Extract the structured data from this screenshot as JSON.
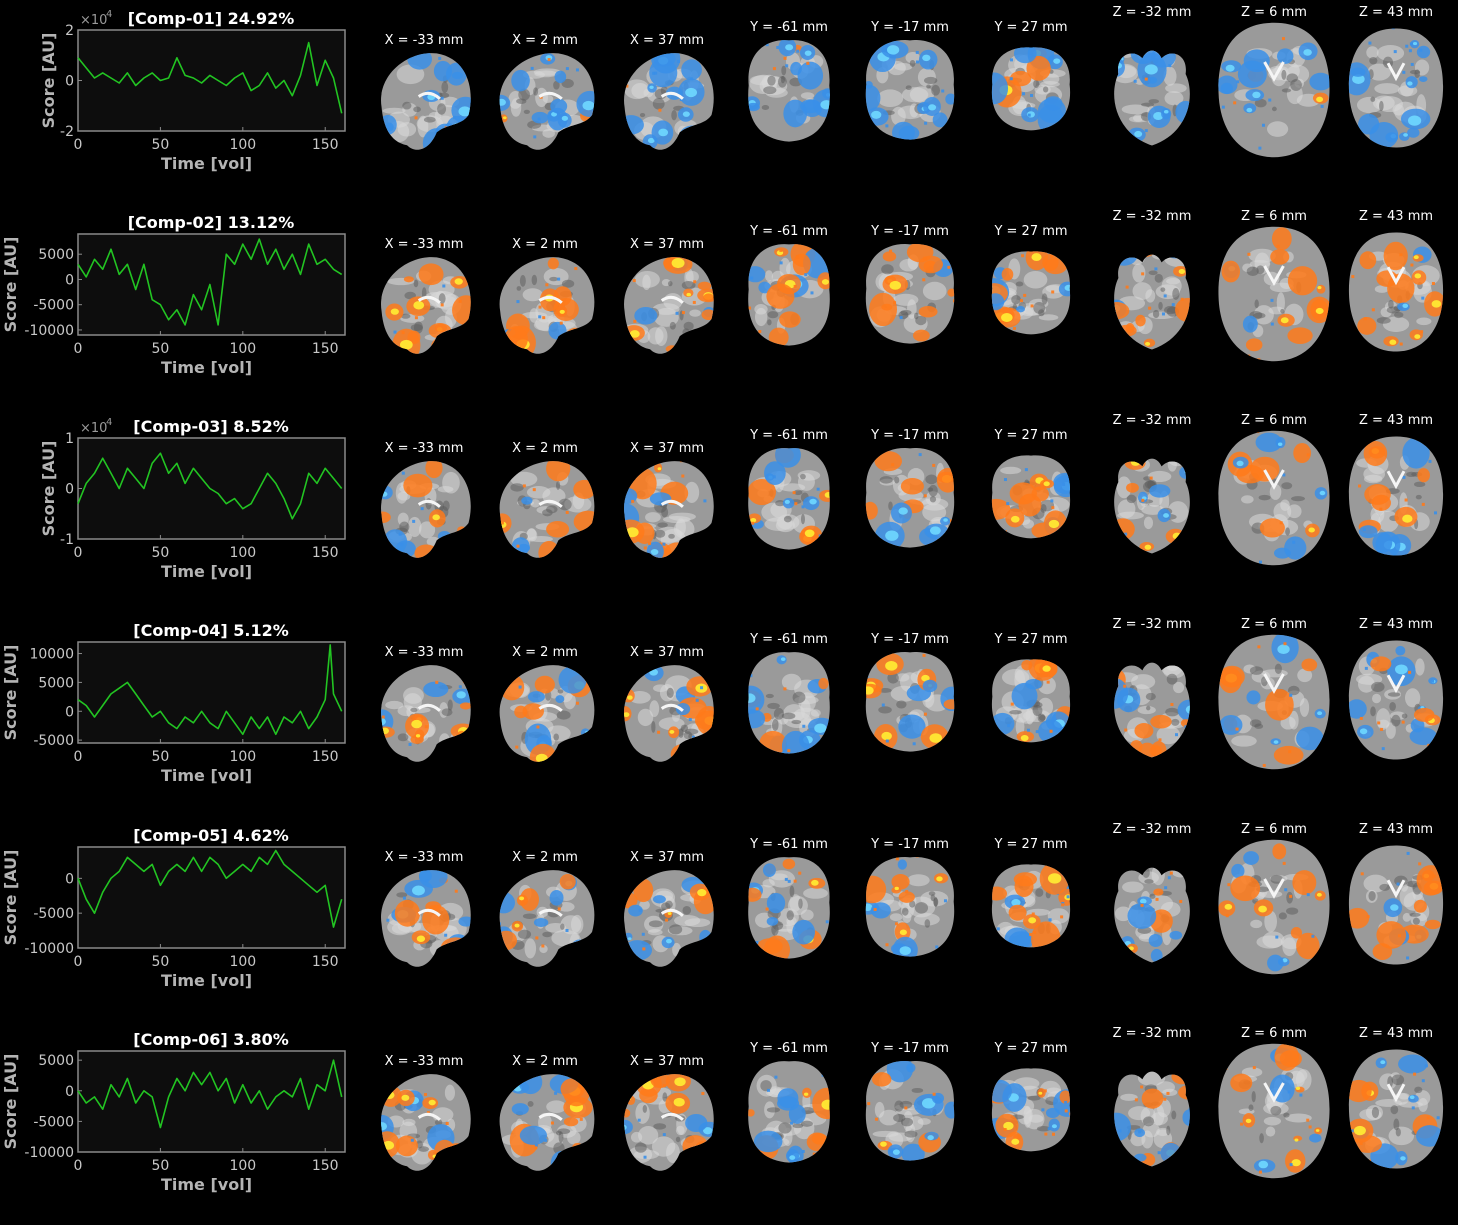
{
  "colors": {
    "background": "#000000",
    "plot_bg": "#0d0d0d",
    "axis": "#8a8a8a",
    "trace": "#22c422",
    "title": "#ffffff",
    "brain_gray": "#9a9a9a",
    "pos_map": "#ff7a1a",
    "pos_map_peak": "#ffee33",
    "neg_map": "#3a8fe8",
    "neg_map_peak": "#6fd8ff"
  },
  "slice_labels": {
    "sagittal": [
      "X = -33 mm",
      "X = 2 mm",
      "X = 37 mm"
    ],
    "coronal": [
      "Y = -61 mm",
      "Y = -17 mm",
      "Y = 27 mm"
    ],
    "axial": [
      "Z = -32 mm",
      "Z = 6 mm",
      "Z = 43 mm"
    ]
  },
  "chart_data": [
    {
      "type": "line",
      "title": "[Comp-01] 24.92%",
      "xlabel": "Time [vol]",
      "ylabel": "Score [AU]",
      "exponent_label": "×10",
      "exponent_power": "4",
      "xlim": [
        0,
        162
      ],
      "ylim": [
        -2,
        2
      ],
      "xticks": [
        0,
        50,
        100,
        150
      ],
      "yticks": [
        2,
        0,
        -2
      ],
      "ytick_labels": [
        "2",
        "0",
        "-2"
      ],
      "x": [
        0,
        5,
        10,
        15,
        20,
        25,
        30,
        35,
        40,
        45,
        50,
        55,
        60,
        65,
        70,
        75,
        80,
        85,
        90,
        95,
        100,
        105,
        110,
        115,
        120,
        125,
        130,
        135,
        140,
        145,
        150,
        155,
        160
      ],
      "values": [
        0.9,
        0.5,
        0.1,
        0.3,
        0.1,
        -0.1,
        0.3,
        -0.2,
        0.1,
        0.3,
        0.0,
        0.1,
        0.9,
        0.2,
        0.1,
        -0.1,
        0.2,
        0.0,
        -0.2,
        0.1,
        0.3,
        -0.4,
        -0.2,
        0.3,
        -0.3,
        0.0,
        -0.6,
        0.2,
        1.5,
        -0.2,
        0.8,
        0.1,
        -1.3
      ]
    },
    {
      "type": "line",
      "title": "[Comp-02] 13.12%",
      "xlabel": "Time [vol]",
      "ylabel": "Score [AU]",
      "xlim": [
        0,
        162
      ],
      "ylim": [
        -11000,
        9000
      ],
      "xticks": [
        0,
        50,
        100,
        150
      ],
      "yticks": [
        5000,
        0,
        -5000,
        -10000
      ],
      "ytick_labels": [
        "5000",
        "0",
        "-5000",
        "-10000"
      ],
      "x": [
        0,
        5,
        10,
        15,
        20,
        25,
        30,
        35,
        40,
        45,
        50,
        55,
        60,
        65,
        70,
        75,
        80,
        85,
        90,
        95,
        100,
        105,
        110,
        115,
        120,
        125,
        130,
        135,
        140,
        145,
        150,
        155,
        160
      ],
      "values": [
        3000,
        500,
        4000,
        2000,
        6000,
        1000,
        3000,
        -2000,
        3000,
        -4000,
        -5000,
        -8000,
        -6000,
        -9000,
        -3000,
        -6000,
        -1000,
        -9000,
        5000,
        3000,
        7000,
        4000,
        8000,
        3000,
        6000,
        2000,
        5000,
        1000,
        7000,
        3000,
        4000,
        2000,
        1000
      ]
    },
    {
      "type": "line",
      "title": "[Comp-03] 8.52%",
      "xlabel": "Time [vol]",
      "ylabel": "Score [AU]",
      "exponent_label": "×10",
      "exponent_power": "4",
      "xlim": [
        0,
        162
      ],
      "ylim": [
        -1,
        1
      ],
      "xticks": [
        0,
        50,
        100,
        150
      ],
      "yticks": [
        1,
        0,
        -1
      ],
      "ytick_labels": [
        "1",
        "0",
        "-1"
      ],
      "x": [
        0,
        5,
        10,
        15,
        20,
        25,
        30,
        35,
        40,
        45,
        50,
        55,
        60,
        65,
        70,
        75,
        80,
        85,
        90,
        95,
        100,
        105,
        110,
        115,
        120,
        125,
        130,
        135,
        140,
        145,
        150,
        155,
        160
      ],
      "values": [
        -0.3,
        0.1,
        0.3,
        0.6,
        0.3,
        0.0,
        0.4,
        0.2,
        0.0,
        0.5,
        0.7,
        0.3,
        0.5,
        0.1,
        0.4,
        0.2,
        0.0,
        -0.1,
        -0.3,
        -0.2,
        -0.4,
        -0.3,
        0.0,
        0.3,
        0.1,
        -0.2,
        -0.6,
        -0.3,
        0.3,
        0.1,
        0.4,
        0.2,
        0.0
      ]
    },
    {
      "type": "line",
      "title": "[Comp-04] 5.12%",
      "xlabel": "Time [vol]",
      "ylabel": "Score [AU]",
      "xlim": [
        0,
        162
      ],
      "ylim": [
        -5500,
        12000
      ],
      "xticks": [
        0,
        50,
        100,
        150
      ],
      "yticks": [
        10000,
        5000,
        0,
        -5000
      ],
      "ytick_labels": [
        "10000",
        "5000",
        "0",
        "-5000"
      ],
      "x": [
        0,
        5,
        10,
        15,
        20,
        25,
        30,
        35,
        40,
        45,
        50,
        55,
        60,
        65,
        70,
        75,
        80,
        85,
        90,
        95,
        100,
        105,
        110,
        115,
        120,
        125,
        130,
        135,
        140,
        145,
        150,
        153,
        155,
        160
      ],
      "values": [
        2000,
        1000,
        -1000,
        1000,
        3000,
        4000,
        5000,
        3000,
        1000,
        -1000,
        0,
        -2000,
        -3000,
        -1000,
        -2000,
        0,
        -2000,
        -3000,
        0,
        -2000,
        -4000,
        -1000,
        -3000,
        -1000,
        -4000,
        -1000,
        -2000,
        0,
        -3000,
        -1000,
        2000,
        11500,
        3000,
        0
      ]
    },
    {
      "type": "line",
      "title": "[Comp-05] 4.62%",
      "xlabel": "Time [vol]",
      "ylabel": "Score [AU]",
      "xlim": [
        0,
        162
      ],
      "ylim": [
        -10000,
        4500
      ],
      "xticks": [
        0,
        50,
        100,
        150
      ],
      "yticks": [
        0,
        -5000,
        -10000
      ],
      "ytick_labels": [
        "0",
        "-5000",
        "-10000"
      ],
      "x": [
        0,
        5,
        10,
        15,
        20,
        25,
        30,
        35,
        40,
        45,
        50,
        55,
        60,
        65,
        70,
        75,
        80,
        85,
        90,
        95,
        100,
        105,
        110,
        115,
        120,
        125,
        130,
        135,
        140,
        145,
        150,
        155,
        160
      ],
      "values": [
        0,
        -3000,
        -5000,
        -2000,
        0,
        1000,
        3000,
        2000,
        1000,
        2000,
        -1000,
        1000,
        2000,
        1000,
        3000,
        1000,
        3000,
        2000,
        0,
        1000,
        2000,
        1000,
        3000,
        2000,
        4000,
        2000,
        1000,
        0,
        -1000,
        -2000,
        -1000,
        -7000,
        -3000
      ]
    },
    {
      "type": "line",
      "title": "[Comp-06] 3.80%",
      "xlabel": "Time [vol]",
      "ylabel": "Score [AU]",
      "xlim": [
        0,
        162
      ],
      "ylim": [
        -10000,
        6500
      ],
      "xticks": [
        0,
        50,
        100,
        150
      ],
      "yticks": [
        5000,
        0,
        -5000,
        -10000
      ],
      "ytick_labels": [
        "5000",
        "0",
        "-5000",
        "-10000"
      ],
      "x": [
        0,
        5,
        10,
        15,
        20,
        25,
        30,
        35,
        40,
        45,
        50,
        55,
        60,
        65,
        70,
        75,
        80,
        85,
        90,
        95,
        100,
        105,
        110,
        115,
        120,
        125,
        130,
        135,
        140,
        145,
        150,
        155,
        160
      ],
      "values": [
        0,
        -2000,
        -1000,
        -3000,
        1000,
        -1000,
        2000,
        -2000,
        0,
        -1000,
        -6000,
        -1000,
        2000,
        0,
        3000,
        1000,
        3000,
        0,
        2000,
        -2000,
        1000,
        -2000,
        0,
        -3000,
        -1000,
        0,
        -1000,
        2000,
        -3000,
        1000,
        0,
        5000,
        -1000
      ]
    }
  ]
}
